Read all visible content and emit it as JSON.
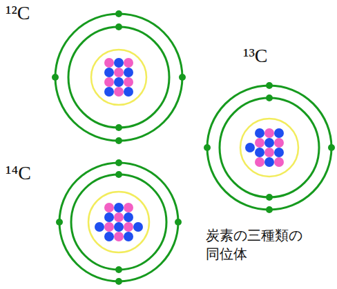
{
  "diagram": {
    "caption": "炭素の三種類の 同位体",
    "labels": [
      "¹²C",
      "¹³C",
      "¹⁴C"
    ]
  }
}
